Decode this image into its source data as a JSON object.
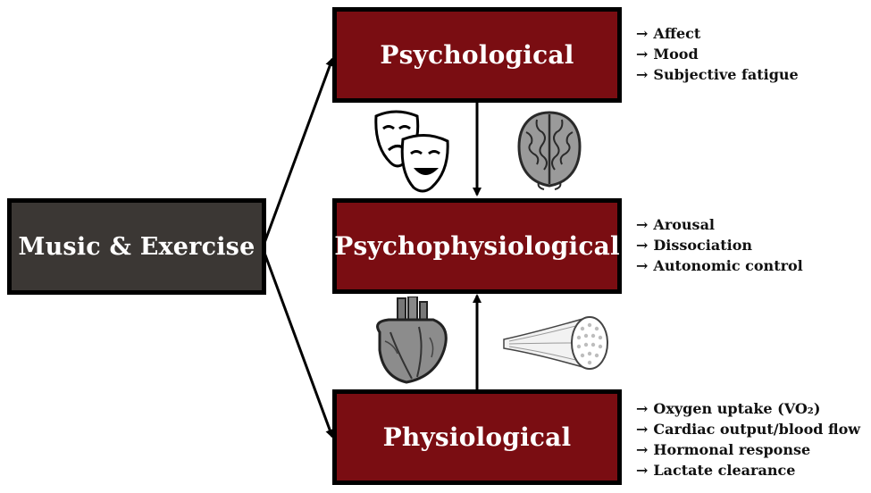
{
  "source": {
    "label": "Music & Exercise"
  },
  "levels": [
    {
      "id": "psychological",
      "label": "Psychological",
      "outcomes": [
        "Affect",
        "Mood",
        "Subjective fatigue"
      ]
    },
    {
      "id": "psychophysiological",
      "label": "Psychophysiological",
      "outcomes": [
        "Arousal",
        "Dissociation",
        "Autonomic control"
      ]
    },
    {
      "id": "physiological",
      "label": "Physiological",
      "outcomes": [
        "Oxygen uptake (VO₂)",
        "Cardiac output/blood flow",
        "Hormonal response",
        "Lactate clearance"
      ]
    }
  ],
  "outcome_arrow": "→",
  "icons": {
    "psych_left": "theater-masks-icon",
    "psych_right": "brain-icon",
    "physio_left": "heart-icon",
    "physio_right": "muscle-fiber-icon"
  },
  "colors": {
    "source_fill": "#3b3734",
    "level_fill": "#7a0d12",
    "border": "#000000",
    "label_text": "#ffffff"
  }
}
